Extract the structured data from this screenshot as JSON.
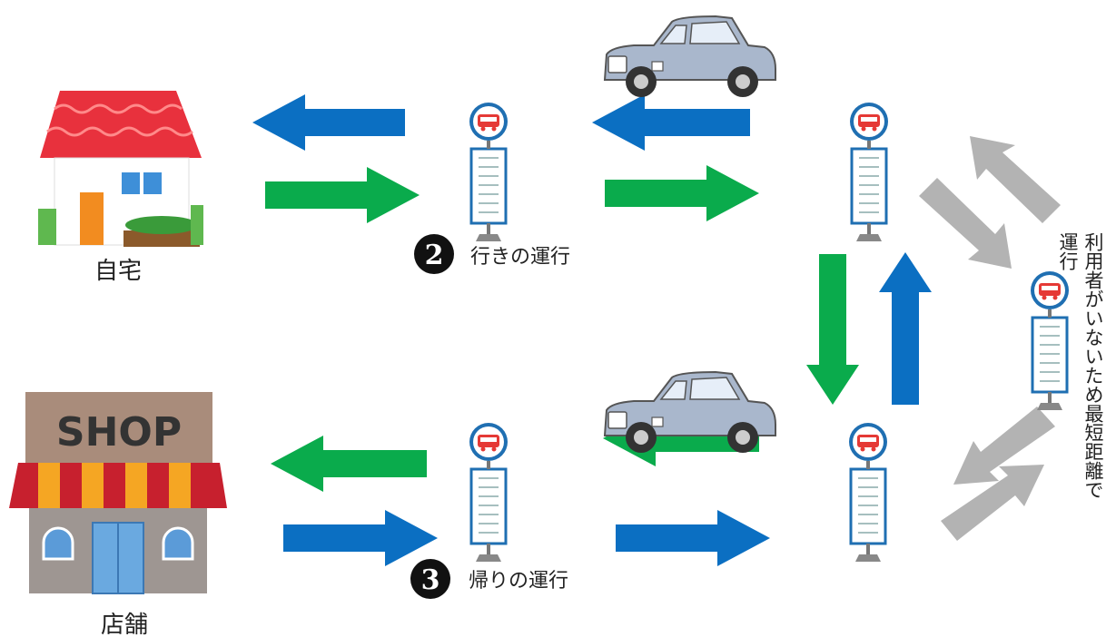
{
  "labels": {
    "home": "自宅",
    "shop": "店舗",
    "shop_sign": "SHOP",
    "route_out_number": "2",
    "route_out": "行きの運行",
    "route_back_number": "3",
    "route_back": "帰りの運行",
    "note_vertical": "利用者がいないため最短距離で運行"
  },
  "colors": {
    "blue_arrow": "#0b6fc2",
    "green_arrow": "#0aab4c",
    "gray_arrow": "#b3b3b3",
    "house_roof": "#e8313d",
    "bus_sign_red": "#e53935",
    "car_body": "#a9b7cc"
  }
}
